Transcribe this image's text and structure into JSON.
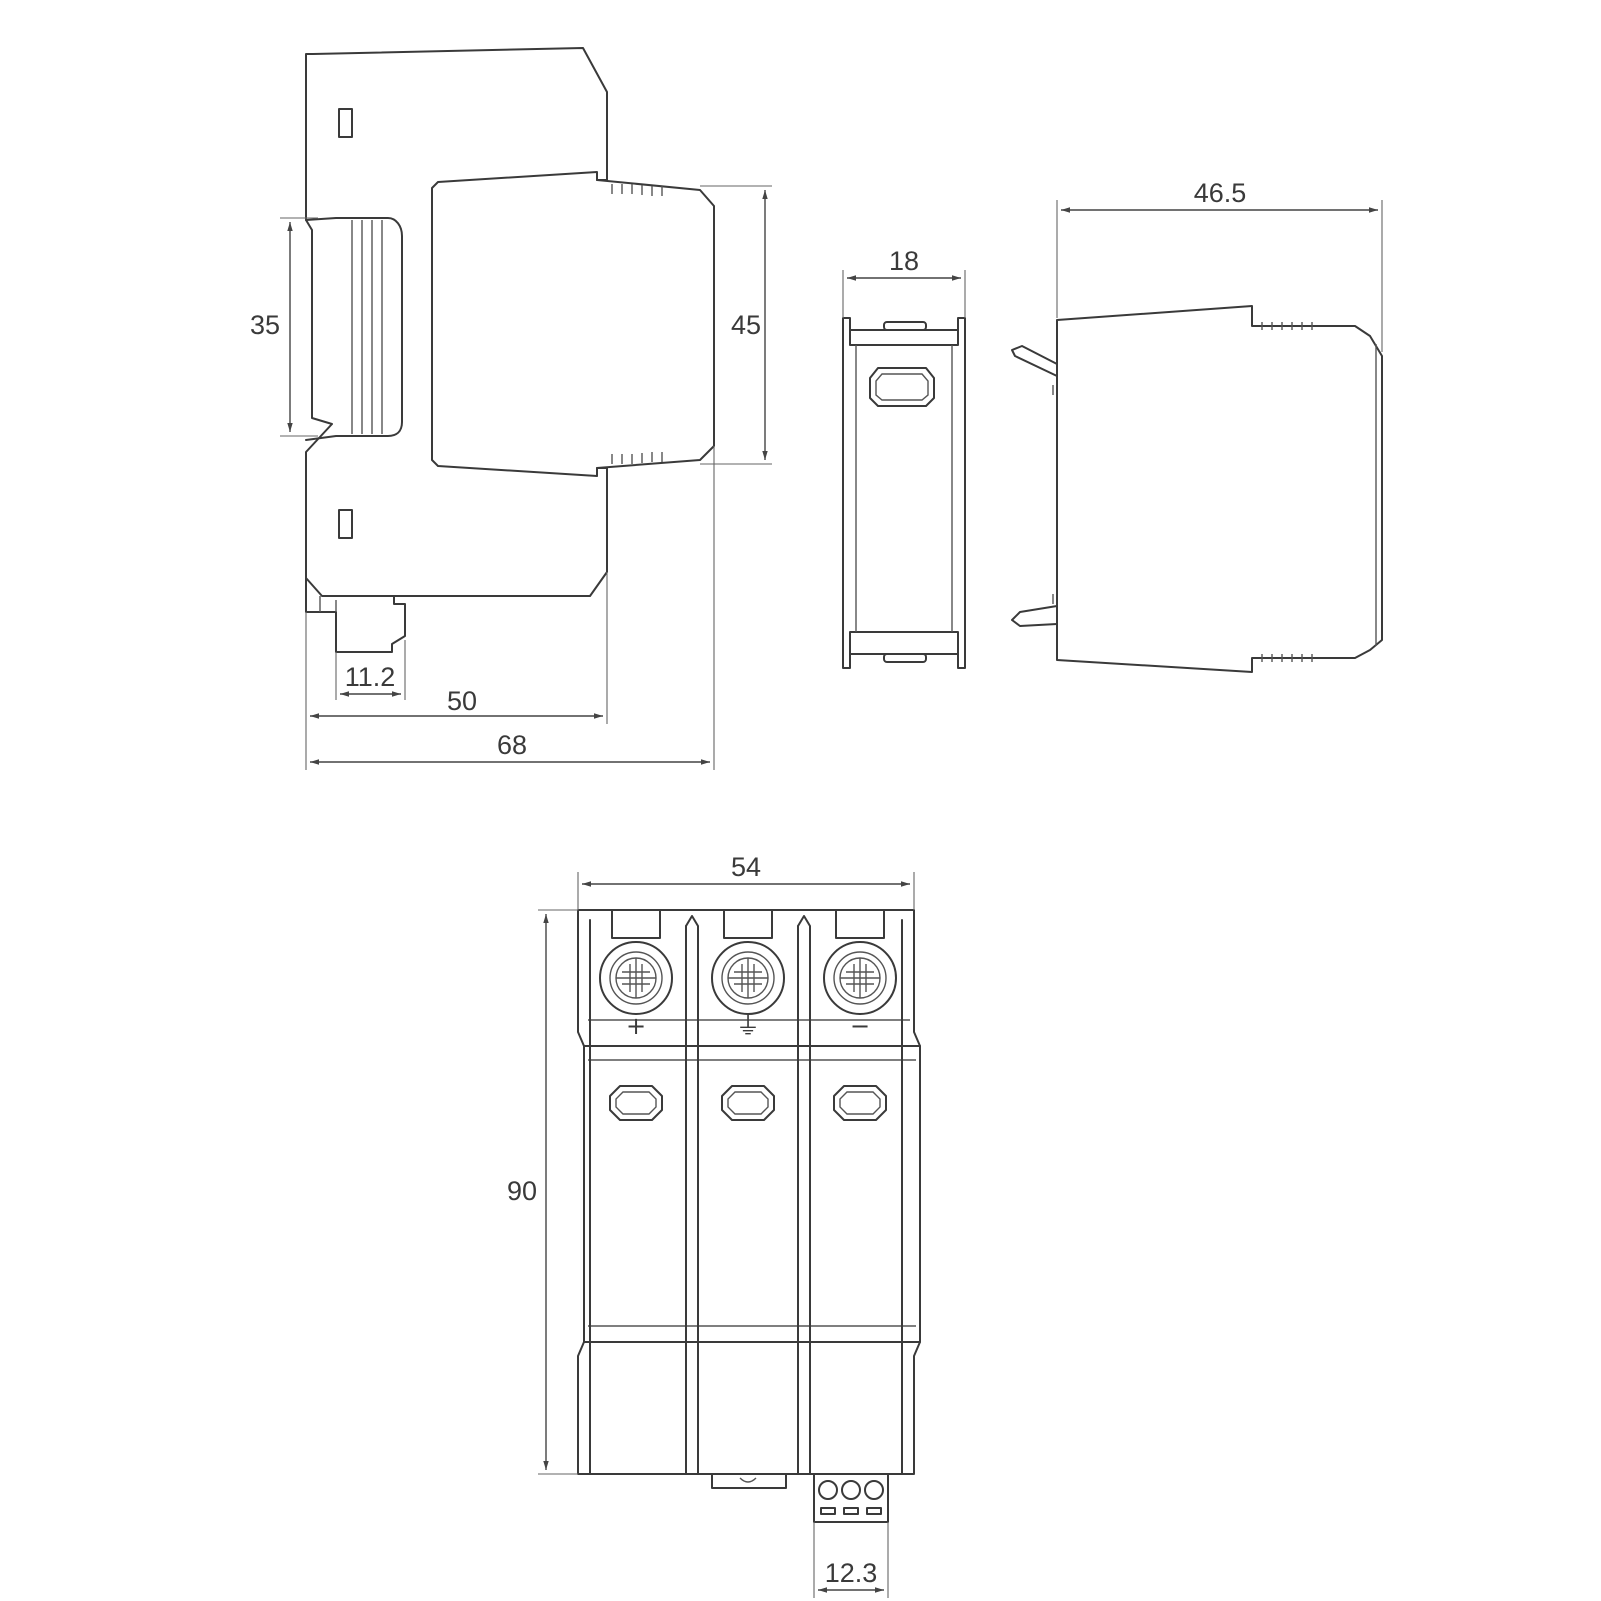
{
  "dimensions": {
    "side_rail": "35",
    "side_height": "45",
    "side_terminal": "11.2",
    "side_depth": "50",
    "side_total": "68",
    "module_width": "18",
    "depth_top": "46.5",
    "front_width": "54",
    "front_height": "90",
    "front_terminal": "12.3"
  },
  "terminal_marks": {
    "plus": "+",
    "ground": "⏚",
    "minus": "−"
  }
}
